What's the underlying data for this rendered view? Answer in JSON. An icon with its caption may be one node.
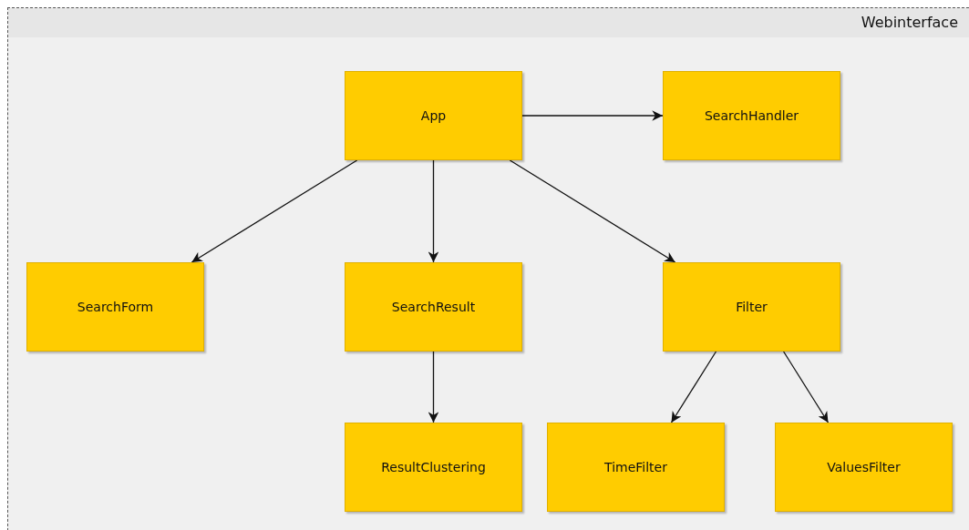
{
  "diagram": {
    "nodes": [
      {
        "text": [
          "Webinterface"
        ]
      },
      {
        "text": [
          "App"
        ],
        "in": 0
      },
      {
        "text": [
          "SearchHandler"
        ],
        "in": 0
      },
      {
        "text": [
          "SearchForm"
        ],
        "in": 0
      },
      {
        "text": [
          "SearchResult"
        ],
        "in": 0
      },
      {
        "text": [
          "Filter"
        ],
        "in": 0
      },
      {
        "text": [
          "ResultClustering"
        ],
        "in": 0
      },
      {
        "text": [
          "TimeFilter"
        ],
        "in": 0
      },
      {
        "text": [
          "ValuesFilter"
        ],
        "in": 0
      }
    ],
    "edges": [
      {
        "from": 1,
        "to": 2,
        "arrow": "to"
      },
      {
        "from": 1,
        "to": 3,
        "arrow": "to"
      },
      {
        "from": 1,
        "to": 4,
        "arrow": "to"
      },
      {
        "from": 1,
        "to": 5,
        "arrow": "to"
      },
      {
        "from": 4,
        "to": 6,
        "arrow": "to"
      },
      {
        "from": 5,
        "to": 7,
        "arrow": "to"
      },
      {
        "from": 5,
        "to": 8,
        "arrow": "to"
      }
    ]
  }
}
